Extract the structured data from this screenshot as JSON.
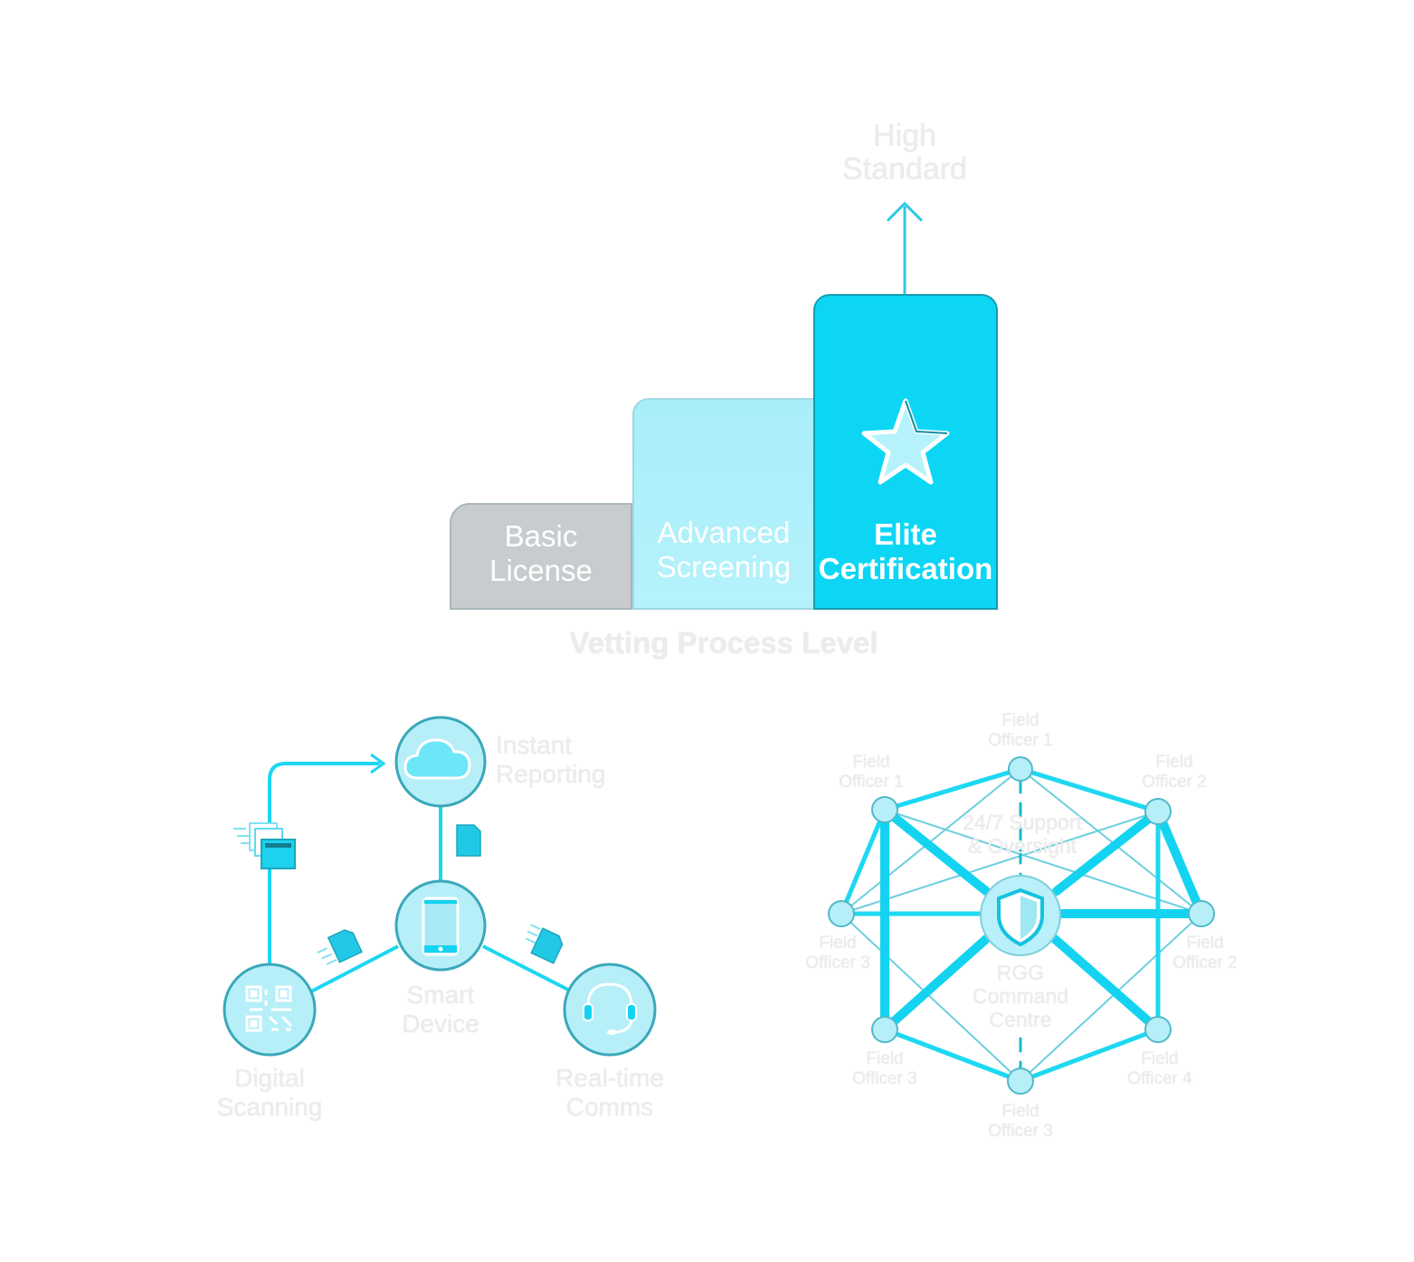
{
  "vetting_chart": {
    "top_label": "High\nStandard",
    "axis_label": "Vetting Process Level",
    "levels": [
      {
        "label": "Basic\nLicense",
        "tier": 1,
        "color": "#c8ccce"
      },
      {
        "label": "Advanced\nScreening",
        "tier": 2,
        "color": "#b0f0fa"
      },
      {
        "label": "Elite\nCertification",
        "tier": 3,
        "color": "#0dd6f5",
        "icon": "star-icon"
      }
    ]
  },
  "flow_diagram": {
    "nodes": {
      "cloud": {
        "label": "Instant\nReporting",
        "icon": "cloud-icon"
      },
      "device": {
        "label": "Smart\nDevice",
        "icon": "smartphone-icon"
      },
      "scan": {
        "label": "Digital\nScanning",
        "icon": "qr-code-icon"
      },
      "comms": {
        "label": "Real-time\nComms",
        "icon": "headset-icon"
      }
    },
    "flow_icons": [
      "documents-icon",
      "document-icon",
      "document-icon",
      "document-icon"
    ]
  },
  "network_diagram": {
    "center": {
      "label": "RGG\nCommand\nCentre",
      "icon": "shield-icon"
    },
    "support_label": "24/7 Support\n& Oversight",
    "officers": [
      {
        "id": "top",
        "label": "Field\nOfficer 1"
      },
      {
        "id": "top-left",
        "label": "Field\nOfficer 1"
      },
      {
        "id": "top-right",
        "label": "Field\nOfficer 2"
      },
      {
        "id": "left",
        "label": "Field\nOfficer 3"
      },
      {
        "id": "right",
        "label": "Field\nOfficer 2"
      },
      {
        "id": "bottom-left",
        "label": "Field\nOfficer 3"
      },
      {
        "id": "bottom-right",
        "label": "Field\nOfficer 4"
      },
      {
        "id": "bottom",
        "label": "Field\nOfficer 3"
      }
    ]
  },
  "colors": {
    "accent": "#17d3f0",
    "accent_dark": "#0fa9c0",
    "node_fill": "#b7eff8",
    "label_faint": "#ececec"
  }
}
